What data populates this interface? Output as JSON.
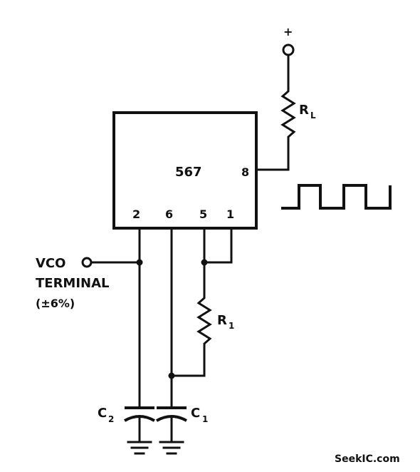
{
  "ic": {
    "label": "567",
    "pins": {
      "p8": "8",
      "p2": "2",
      "p6": "6",
      "p5": "5",
      "p1": "1"
    }
  },
  "supply": {
    "symbol": "+"
  },
  "resistors": {
    "rl": {
      "main": "R",
      "sub": "L"
    },
    "r1": {
      "main": "R",
      "sub": "1"
    }
  },
  "capacitors": {
    "c2": {
      "main": "C",
      "sub": "2"
    },
    "c1": {
      "main": "C",
      "sub": "1"
    }
  },
  "vco": {
    "line1": "VCO",
    "line2": "TERMINAL",
    "line3": "(±6%)"
  },
  "output": {
    "waveform": "square-wave"
  },
  "watermark": "SeekIC.com"
}
